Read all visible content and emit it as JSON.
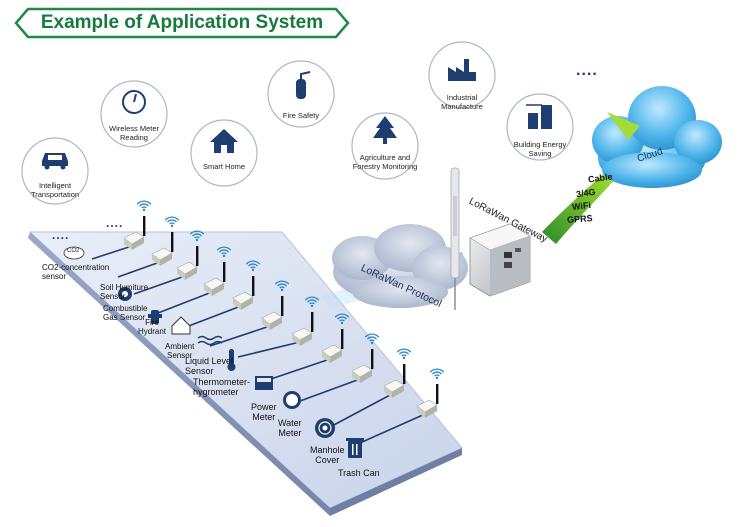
{
  "title": "Example of Application System",
  "applications": [
    {
      "label": "Intelligent\nTransportation",
      "icon": "car-icon"
    },
    {
      "label": "Wireless Meter\nReading",
      "icon": "meter-gauge-icon"
    },
    {
      "label": "Smart Home",
      "icon": "house-icon"
    },
    {
      "label": "Fire Safety",
      "icon": "fire-extinguisher-icon"
    },
    {
      "label": "Agriculture and\nForestry Monitoring",
      "icon": "tree-icon"
    },
    {
      "label": "Industrial\nManufacture",
      "icon": "factory-icon"
    },
    {
      "label": "Building Energy\nSaving",
      "icon": "building-icon"
    }
  ],
  "ellipsis": "....",
  "cloud_label": "Cloud",
  "uplink": [
    "Cable",
    "3/4G",
    "WiFi",
    "GPRS"
  ],
  "gateway_label": "LoRaWan Gateway",
  "protocol_label": "LoRaWan Protocol",
  "sensors": [
    {
      "label": "CO2-concentration\nsensor",
      "icon_text": "CO2"
    },
    {
      "label": "Soil Humiture\nSensor"
    },
    {
      "label": "Combustible\nGas Sensor"
    },
    {
      "label": "Fire\nHydrant"
    },
    {
      "label": "Ambient\nSensor"
    },
    {
      "label": "Liquid Level\nSensor"
    },
    {
      "label": "Thermometer-\nhygrometer"
    },
    {
      "label": "Power\nMeter"
    },
    {
      "label": "Water\nMeter"
    },
    {
      "label": "Manhole\nCover"
    },
    {
      "label": "Trash Can"
    }
  ]
}
